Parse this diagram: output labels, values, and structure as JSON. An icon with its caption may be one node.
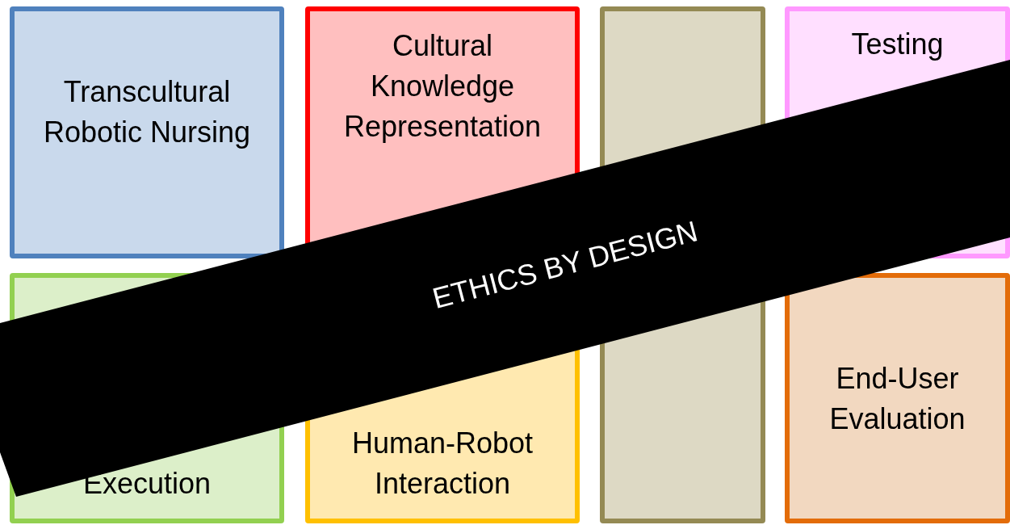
{
  "diagram": {
    "nodes": [
      {
        "text": [
          "Transcultural Robotic Nursing"
        ]
      },
      {
        "text": [
          "Cultural Knowledge Representation"
        ]
      },
      {
        "text": [],
        "shape": "box"
      },
      {
        "text": [
          "Testing"
        ]
      },
      {
        "text": [
          "Execution"
        ]
      },
      {
        "text": [
          "Human-Robot Interaction"
        ]
      },
      {
        "text": [
          "End-User Evaluation"
        ]
      },
      {
        "text": [
          "ETHICS BY DESIGN"
        ]
      }
    ]
  }
}
